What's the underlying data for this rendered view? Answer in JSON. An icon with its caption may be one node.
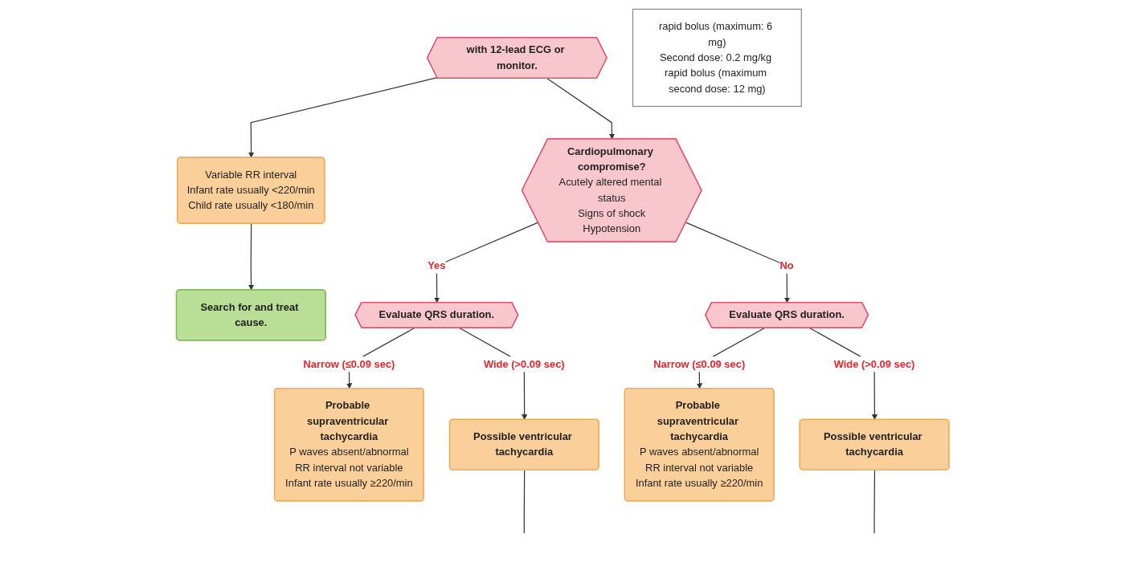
{
  "diagram": {
    "nodes": [
      {
        "text": [
          "Variable RR interval",
          "Infant rate usually <220/min",
          "Child rate usually <180/min"
        ]
      },
      {
        "text": [
          "with 12-lead ECG or monitor."
        ]
      },
      {
        "text": [
          "rapid bolus (maximum: 6 mg)",
          "Second dose: 0.2 mg/kg rapid bolus (maximum second dose: 12 mg)"
        ]
      },
      {
        "text": [
          "Search for and treat cause."
        ]
      },
      {
        "text": [
          "Cardiopulmonary compromise?",
          "Acutely altered mental status",
          "Signs of shock",
          "Hypotension"
        ]
      },
      {
        "text": [
          "Evaluate QRS duration."
        ]
      },
      {
        "text": [
          "Evaluate QRS duration."
        ]
      },
      {
        "text": [
          "Probable supraventricular tachycardia",
          "P waves absent/abnormal",
          "RR interval not variable",
          "Infant rate usually ≥220/min"
        ]
      },
      {
        "text": [
          "Possible ventricular tachycardia"
        ]
      },
      {
        "text": [
          "Probable supraventricular tachycardia",
          "P waves absent/abnormal",
          "RR interval not variable",
          "Infant rate usually ≥220/min"
        ]
      },
      {
        "text": [
          "Possible ventricular tachycardia"
        ]
      }
    ],
    "edges": [
      {
        "from": 1,
        "to": 0,
        "arrow": "to"
      },
      {
        "from": 0,
        "to": 3,
        "arrow": "to"
      },
      {
        "from": 1,
        "to": 4,
        "arrow": "to"
      },
      {
        "from": 4,
        "to": 5,
        "arrow": "to",
        "label": "Yes"
      },
      {
        "from": 4,
        "to": 6,
        "arrow": "to",
        "label": "No"
      },
      {
        "from": 5,
        "to": 7,
        "arrow": "to",
        "label": "Narrow (≤0.09 sec)"
      },
      {
        "from": 5,
        "to": 8,
        "arrow": "to",
        "label": "Wide (>0.09 sec)"
      },
      {
        "from": 6,
        "to": 9,
        "arrow": "to",
        "label": "Narrow (≤0.09 sec)"
      },
      {
        "from": 6,
        "to": 10,
        "arrow": "to",
        "label": "Wide (>0.09 sec)"
      },
      {
        "from": 8,
        "to": null,
        "arrow": "none"
      },
      {
        "from": 10,
        "to": null,
        "arrow": "none"
      }
    ]
  }
}
